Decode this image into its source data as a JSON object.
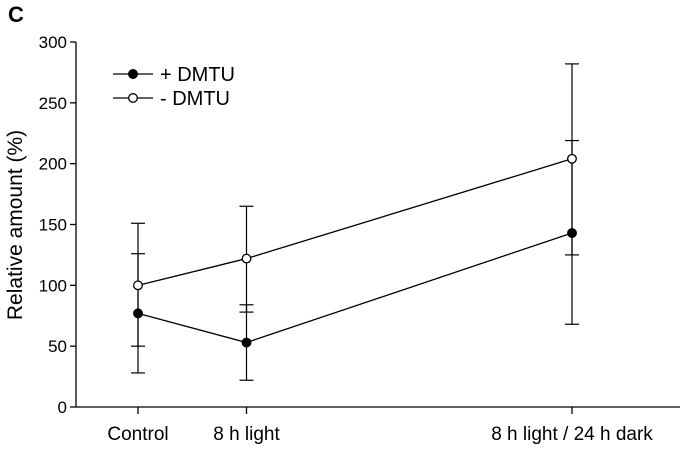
{
  "panel_label": "C",
  "chart_data": {
    "type": "line",
    "categories": [
      "Control",
      "8 h light",
      "8 h light / 24 h dark"
    ],
    "x": [
      0,
      8,
      32
    ],
    "ylabel": "Relative amount (%)",
    "xlabel": "",
    "ylim": [
      0,
      300
    ],
    "yticks": [
      0,
      50,
      100,
      150,
      200,
      250,
      300
    ],
    "grid": false,
    "legend_position": "top-left",
    "series": [
      {
        "name": "+ DMTU",
        "marker": "filled-circle",
        "color": "#000000",
        "values": [
          77,
          53,
          143
        ],
        "error_low": [
          28,
          22,
          68
        ],
        "error_high": [
          126,
          84,
          219
        ]
      },
      {
        "name": "- DMTU",
        "marker": "open-circle",
        "color": "#000000",
        "values": [
          100,
          122,
          204
        ],
        "error_low": [
          50,
          78,
          125
        ],
        "error_high": [
          151,
          165,
          282
        ]
      }
    ]
  }
}
